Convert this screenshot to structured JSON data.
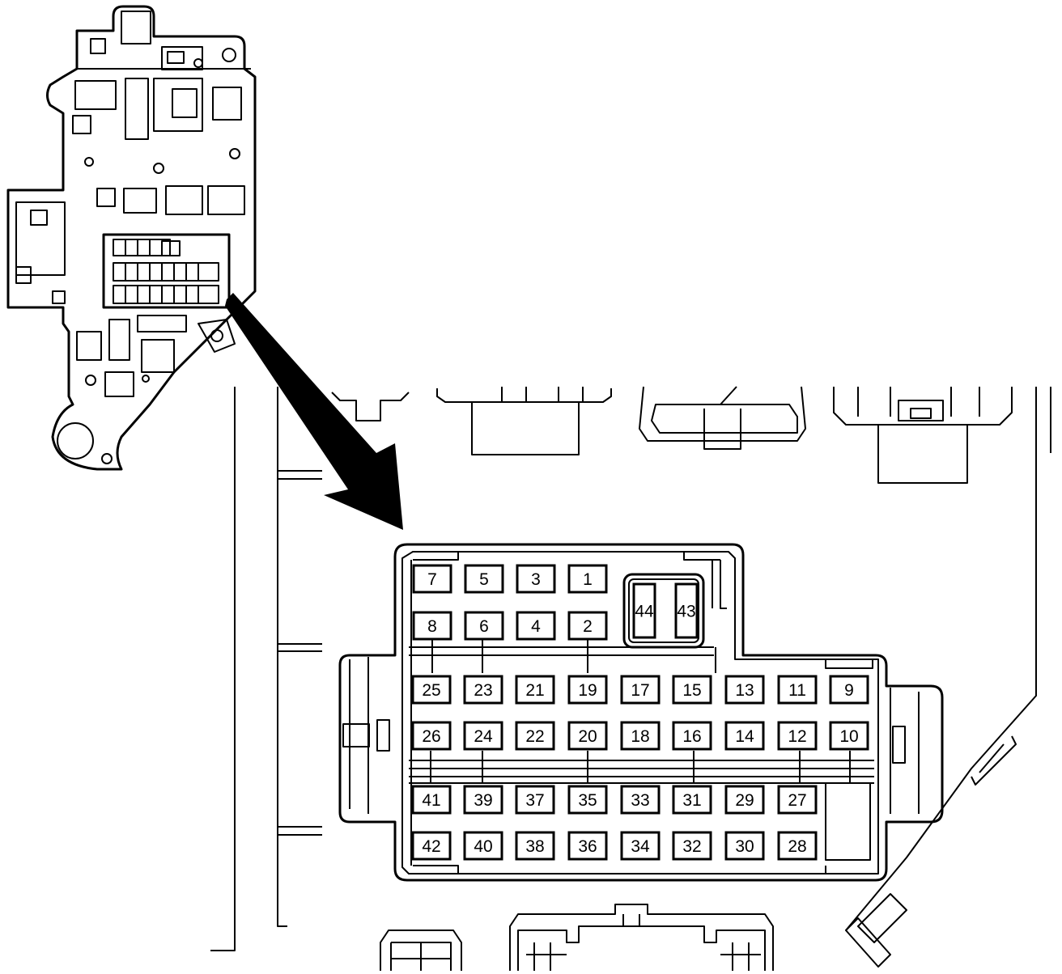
{
  "fuses": {
    "top_row_upper": [
      "7",
      "5",
      "3",
      "1"
    ],
    "top_row_lower": [
      "8",
      "6",
      "4",
      "2"
    ],
    "relays": [
      "44",
      "43"
    ],
    "mid_row_upper": [
      "25",
      "23",
      "21",
      "19",
      "17",
      "15",
      "13",
      "11",
      "9"
    ],
    "mid_row_lower": [
      "26",
      "24",
      "22",
      "20",
      "18",
      "16",
      "14",
      "12",
      "10"
    ],
    "bottom_row_upper": [
      "41",
      "39",
      "37",
      "35",
      "33",
      "31",
      "29",
      "27"
    ],
    "bottom_row_lower": [
      "42",
      "40",
      "38",
      "36",
      "34",
      "32",
      "30",
      "28"
    ]
  }
}
